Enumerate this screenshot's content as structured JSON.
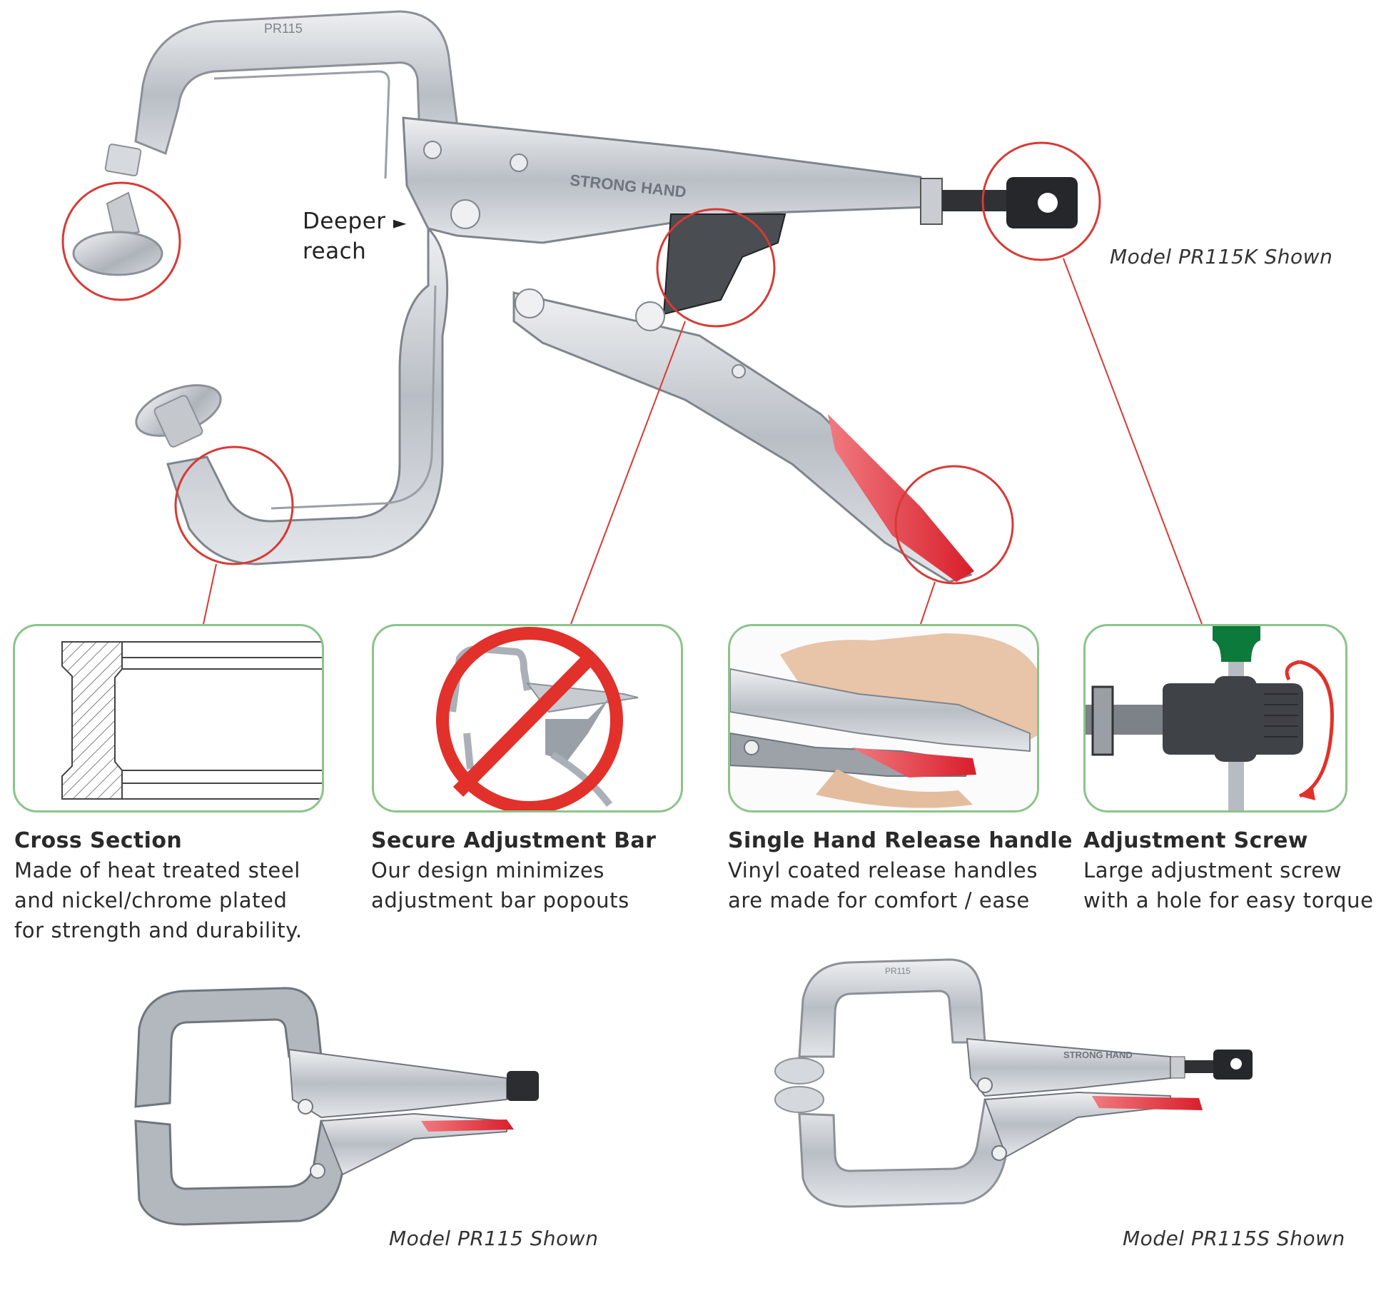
{
  "top_tool": {
    "stamp": "PR115",
    "brand": "STRONG HAND",
    "deeper_reach_line1": "Deeper",
    "deeper_reach_arrow": "►",
    "deeper_reach_line2": "reach",
    "model_caption": "Model PR115K Shown"
  },
  "features": [
    {
      "title": "Cross Section",
      "lines": [
        "Made of heat treated steel",
        "and nickel/chrome plated",
        "for strength and durability."
      ]
    },
    {
      "title": "Secure Adjustment Bar",
      "lines": [
        "Our design minimizes",
        "adjustment bar popouts"
      ]
    },
    {
      "title": "Single Hand Release handle",
      "lines": [
        "Vinyl coated release handles",
        "are made for comfort / ease"
      ]
    },
    {
      "title": "Adjustment Screw",
      "lines": [
        "Large adjustment screw",
        "with a hole for easy torque"
      ]
    }
  ],
  "bottom_left": {
    "model_caption": "Model PR115 Shown"
  },
  "bottom_right": {
    "stamp": "PR115",
    "brand": "STRONG HAND",
    "model_caption": "Model PR115S Shown"
  },
  "colors": {
    "callout_red": "#d83a35",
    "panel_border": "#8cc48a",
    "handle_red": "#e23a3f",
    "steel": "#c9cdd2",
    "screw_green": "#0b7a3b"
  }
}
